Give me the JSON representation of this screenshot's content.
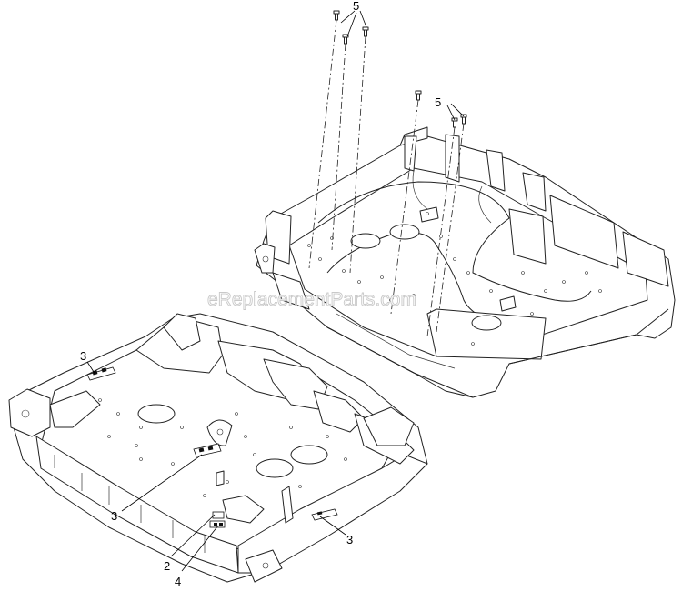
{
  "watermark": "eReplacementParts.com",
  "callouts": [
    {
      "id": "c5-top",
      "label": "5"
    },
    {
      "id": "c5-right",
      "label": "5"
    },
    {
      "id": "c3-left-top",
      "label": "3"
    },
    {
      "id": "c3-left-bottom",
      "label": "3"
    },
    {
      "id": "c3-right",
      "label": "3"
    },
    {
      "id": "c2",
      "label": "2"
    },
    {
      "id": "c4",
      "label": "4"
    }
  ]
}
